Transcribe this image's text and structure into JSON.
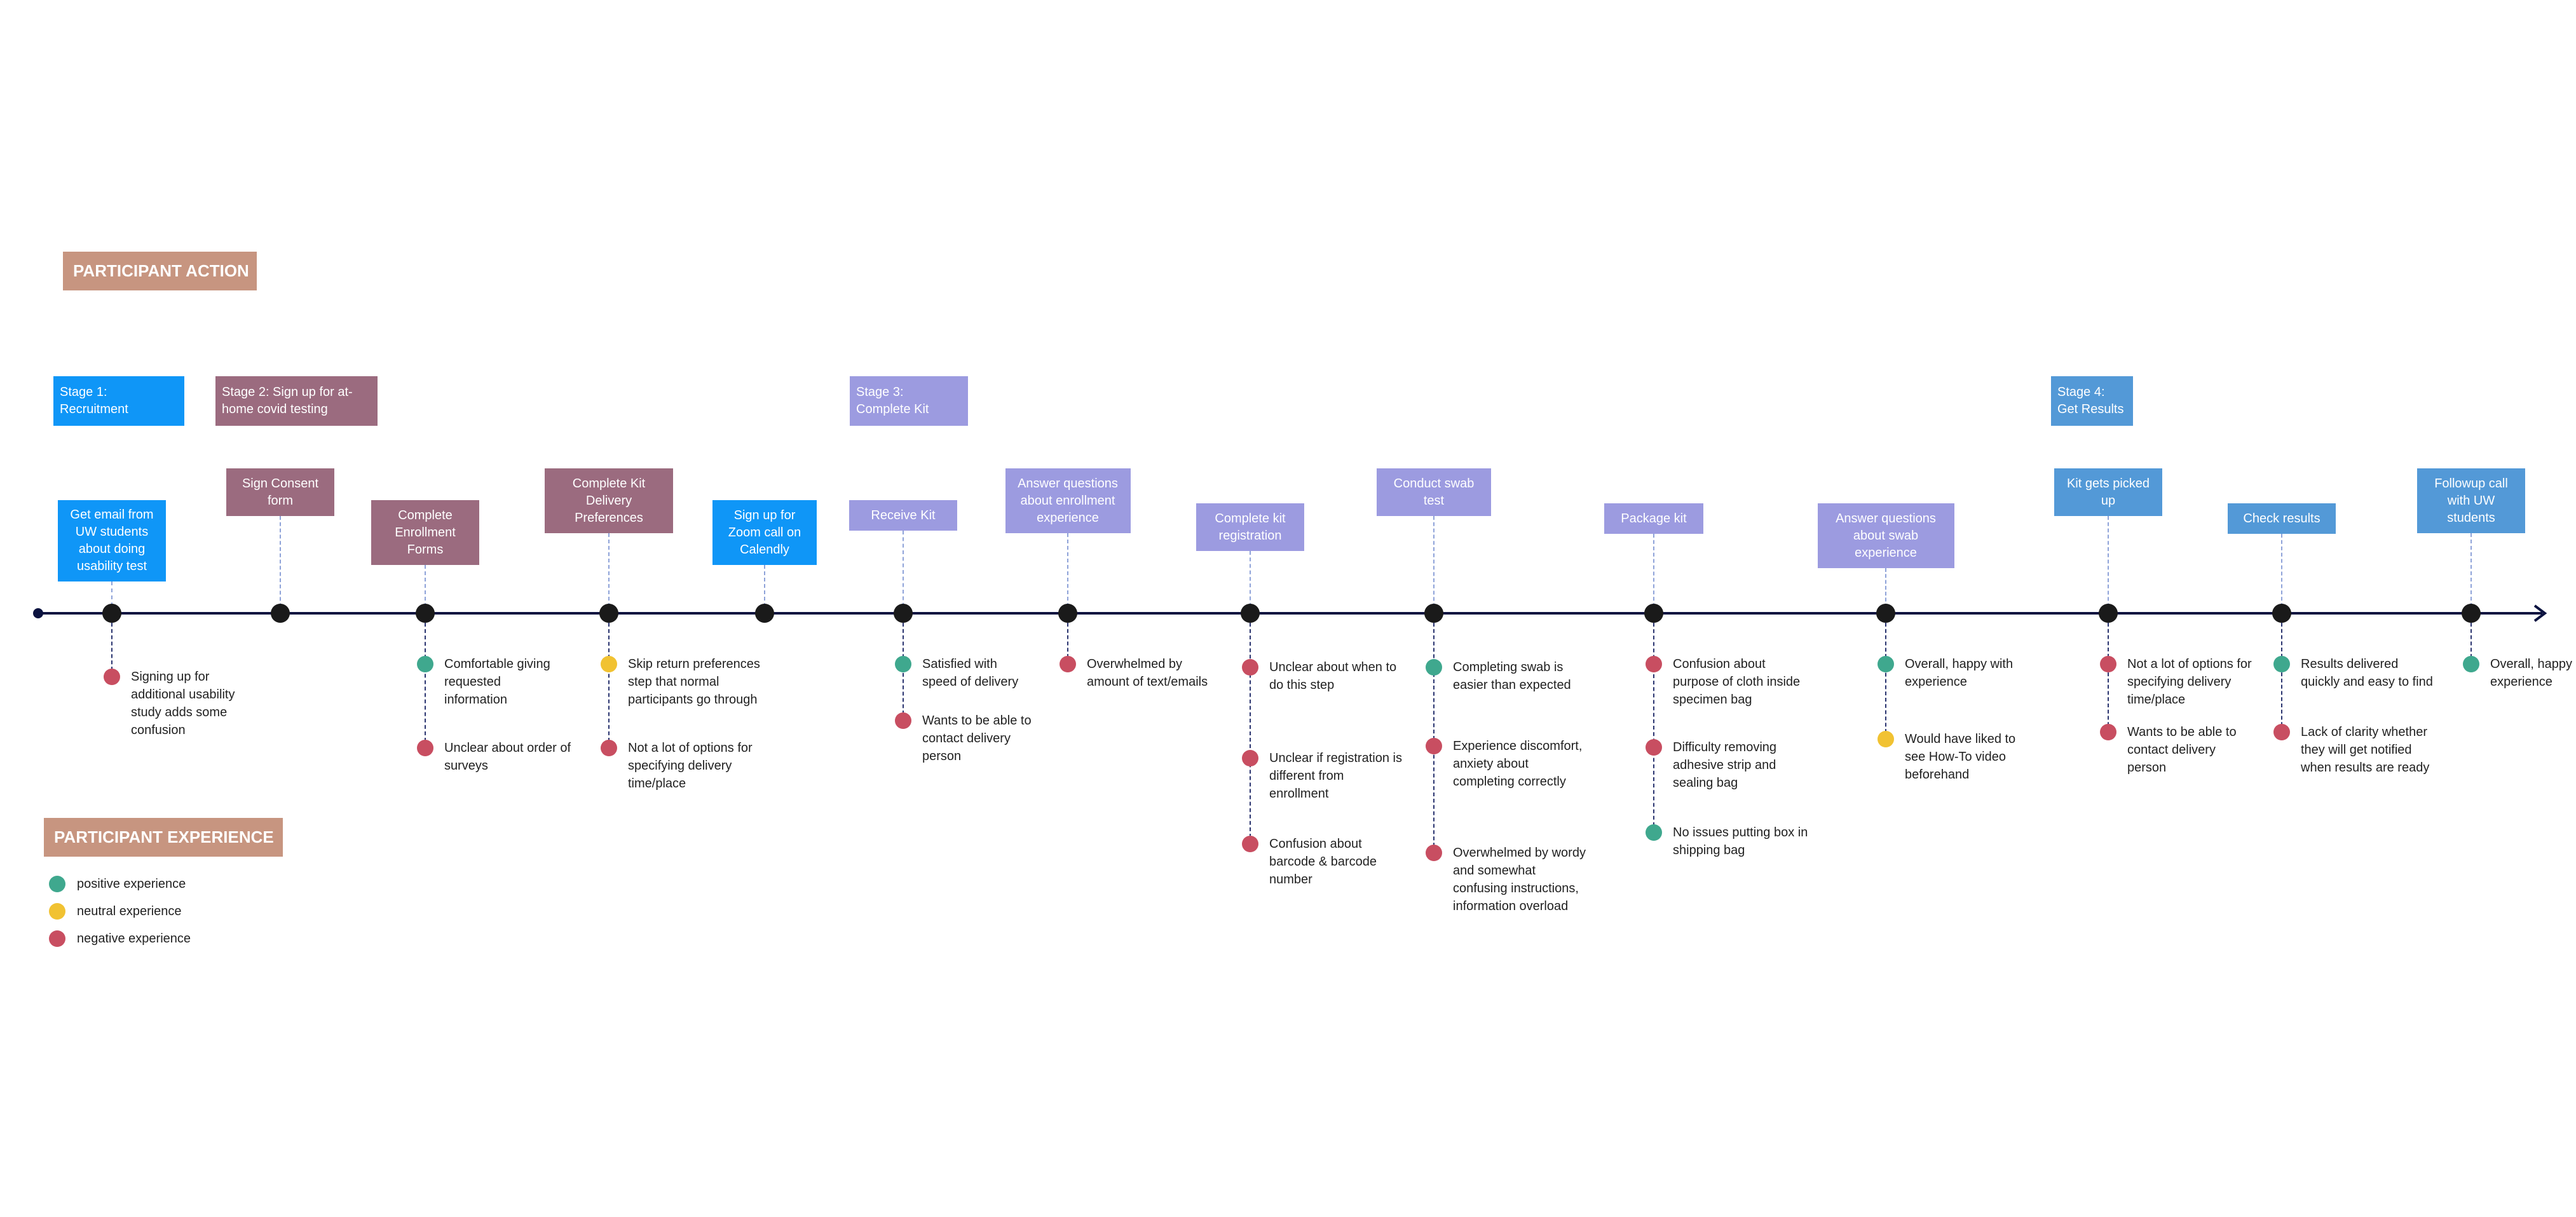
{
  "headers": {
    "participant_action": "PARTICIPANT ACTION",
    "participant_experience": "PARTICIPANT EXPERIENCE"
  },
  "colors": {
    "positive": "#3fa88e",
    "neutral": "#f1c232",
    "negative": "#c84e61",
    "timeline": "#0c1340",
    "header": "#c79580",
    "stage_blue": "#0f96f7",
    "stage_mauve": "#9b6b7f",
    "stage_lavender": "#9c9be0",
    "stage_steel": "#5399d7"
  },
  "stages": [
    {
      "label": "Stage 1:\nRecruitment",
      "color": "blue"
    },
    {
      "label": "Stage 2: Sign up for at-\nhome covid testing",
      "color": "mauve"
    },
    {
      "label": "Stage 3:\nComplete Kit",
      "color": "lavender"
    },
    {
      "label": "Stage 4:\nGet Results",
      "color": "steel"
    }
  ],
  "steps": [
    {
      "label": "Get email from\nUW students\nabout doing\nusability test",
      "color": "blue"
    },
    {
      "label": "Sign Consent\nform",
      "color": "mauve"
    },
    {
      "label": "Complete\nEnrollment\nForms",
      "color": "mauve"
    },
    {
      "label": "Complete Kit\nDelivery\nPreferences",
      "color": "mauve"
    },
    {
      "label": "Sign up for\nZoom call on\nCalendly",
      "color": "blue"
    },
    {
      "label": "Receive Kit",
      "color": "lavender"
    },
    {
      "label": "Answer questions\nabout enrollment\nexperience",
      "color": "lavender"
    },
    {
      "label": "Complete kit\nregistration",
      "color": "lavender"
    },
    {
      "label": "Conduct swab\ntest",
      "color": "lavender"
    },
    {
      "label": "Package kit",
      "color": "lavender"
    },
    {
      "label": "Answer questions\nabout swab\nexperience",
      "color": "lavender"
    },
    {
      "label": "Kit gets picked\nup",
      "color": "steel"
    },
    {
      "label": "Check results",
      "color": "steel"
    },
    {
      "label": "Followup call\nwith UW\nstudents",
      "color": "steel"
    }
  ],
  "experiences": [
    [
      {
        "type": "negative",
        "text": "Signing up for\nadditional usability\nstudy adds some\nconfusion"
      }
    ],
    [],
    [
      {
        "type": "positive",
        "text": "Comfortable giving\nrequested\ninformation"
      },
      {
        "type": "negative",
        "text": "Unclear about order of\nsurveys"
      }
    ],
    [
      {
        "type": "neutral",
        "text": "Skip return preferences\nstep that normal\nparticipants go through"
      },
      {
        "type": "negative",
        "text": "Not a lot of options for\nspecifying delivery\ntime/place"
      }
    ],
    [],
    [
      {
        "type": "positive",
        "text": "Satisfied with\nspeed of delivery"
      },
      {
        "type": "negative",
        "text": "Wants to be able to\ncontact delivery\nperson"
      }
    ],
    [
      {
        "type": "negative",
        "text": "Overwhelmed by\namount of text/emails"
      }
    ],
    [
      {
        "type": "negative",
        "text": "Unclear about when to\ndo this step"
      },
      {
        "type": "negative",
        "text": "Unclear if registration is\ndifferent from\nenrollment"
      },
      {
        "type": "negative",
        "text": "Confusion about\nbarcode & barcode\nnumber"
      }
    ],
    [
      {
        "type": "positive",
        "text": "Completing swab is\neasier than expected"
      },
      {
        "type": "negative",
        "text": "Experience discomfort,\nanxiety about\ncompleting correctly"
      },
      {
        "type": "negative",
        "text": "Overwhelmed by wordy\nand somewhat\nconfusing instructions,\ninformation overload"
      }
    ],
    [
      {
        "type": "negative",
        "text": "Confusion about\npurpose of cloth inside\nspecimen bag"
      },
      {
        "type": "negative",
        "text": "Difficulty removing\nadhesive strip and\nsealing bag"
      },
      {
        "type": "positive",
        "text": "No issues putting box in\nshipping bag"
      }
    ],
    [
      {
        "type": "positive",
        "text": "Overall, happy with\nexperience"
      },
      {
        "type": "neutral",
        "text": "Would have liked to\nsee How-To video\nbeforehand"
      }
    ],
    [
      {
        "type": "negative",
        "text": "Not a lot of options for\nspecifying delivery\ntime/place"
      },
      {
        "type": "negative",
        "text": "Wants to be able to\ncontact delivery\nperson"
      }
    ],
    [
      {
        "type": "positive",
        "text": "Results delivered\nquickly and easy to find"
      },
      {
        "type": "negative",
        "text": "Lack of clarity whether\nthey will get notified\nwhen results are ready"
      }
    ],
    [
      {
        "type": "positive",
        "text": "Overall, happy\nexperience"
      }
    ]
  ],
  "legend": [
    {
      "type": "positive",
      "label": "positive experience"
    },
    {
      "type": "neutral",
      "label": "neutral experience"
    },
    {
      "type": "negative",
      "label": "negative experience"
    }
  ]
}
